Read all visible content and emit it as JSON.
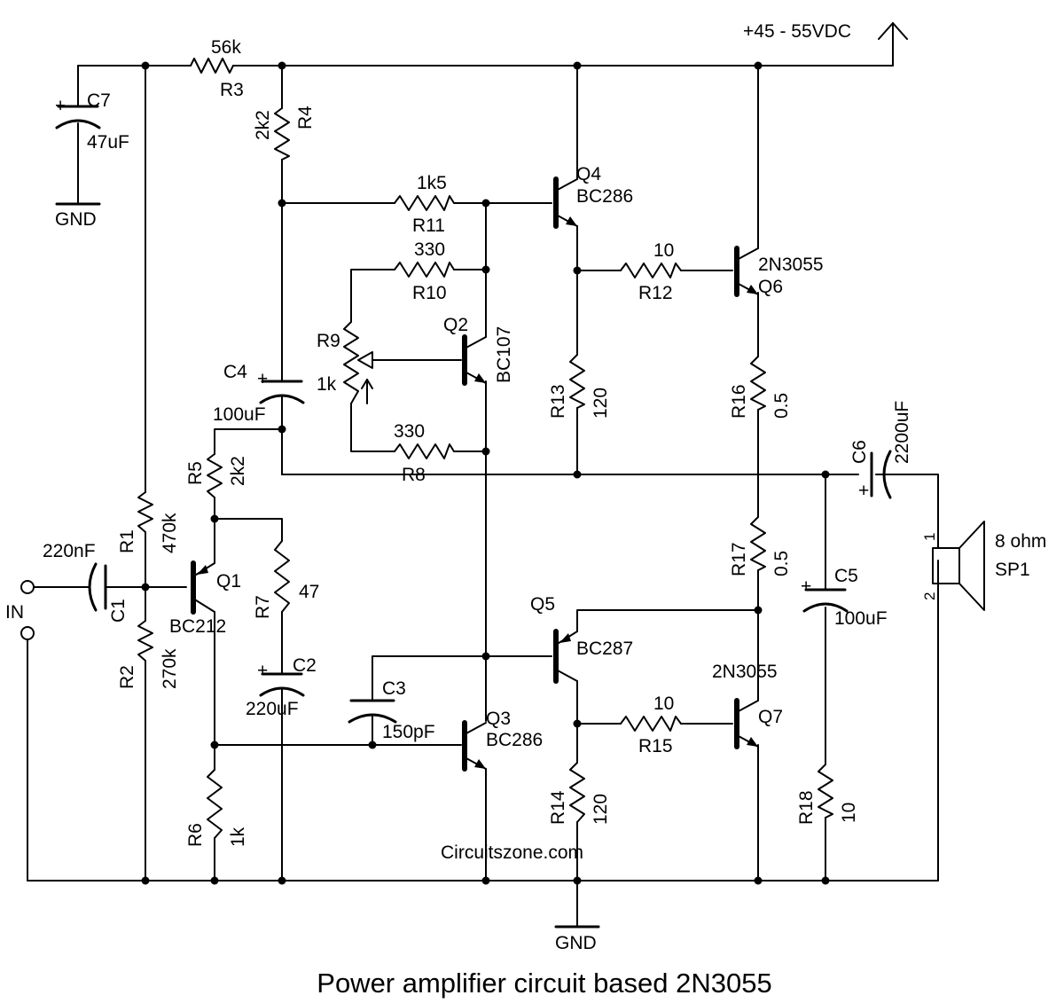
{
  "diagram": {
    "title": "Power amplifier circuit based 2N3055",
    "watermark": "Circuitszone.com",
    "supply_label": "+45 - 55VDC",
    "ground_label": "GND",
    "input_label": "IN",
    "components": {
      "r1": {
        "ref": "R1",
        "value": "470k"
      },
      "r2": {
        "ref": "R2",
        "value": "270k"
      },
      "r3": {
        "ref": "R3",
        "value": "56k"
      },
      "r4": {
        "ref": "R4",
        "value": "2k2"
      },
      "r5": {
        "ref": "R5",
        "value": "2k2"
      },
      "r6": {
        "ref": "R6",
        "value": "1k"
      },
      "r7": {
        "ref": "R7",
        "value": "47"
      },
      "r8": {
        "ref": "R8",
        "value": "330"
      },
      "r9": {
        "ref": "R9",
        "value": "1k"
      },
      "r10": {
        "ref": "R10",
        "value": "330"
      },
      "r11": {
        "ref": "R11",
        "value": "1k5"
      },
      "r12": {
        "ref": "R12",
        "value": "10"
      },
      "r13": {
        "ref": "R13",
        "value": "120"
      },
      "r14": {
        "ref": "R14",
        "value": "120"
      },
      "r15": {
        "ref": "R15",
        "value": "10"
      },
      "r16": {
        "ref": "R16",
        "value": "0.5"
      },
      "r17": {
        "ref": "R17",
        "value": "0.5"
      },
      "r18": {
        "ref": "R18",
        "value": "10"
      },
      "c1": {
        "ref": "C1",
        "value": "220nF"
      },
      "c2": {
        "ref": "C2",
        "value": "220uF"
      },
      "c3": {
        "ref": "C3",
        "value": "150pF"
      },
      "c4": {
        "ref": "C4",
        "value": "100uF"
      },
      "c5": {
        "ref": "C5",
        "value": "100uF"
      },
      "c6": {
        "ref": "C6",
        "value": "2200uF"
      },
      "c7": {
        "ref": "C7",
        "value": "47uF"
      },
      "q1": {
        "ref": "Q1",
        "part": "BC212"
      },
      "q2": {
        "ref": "Q2",
        "part": "BC107"
      },
      "q3": {
        "ref": "Q3",
        "part": "BC286"
      },
      "q4": {
        "ref": "Q4",
        "part": "BC286"
      },
      "q5": {
        "ref": "Q5",
        "part": "BC287"
      },
      "q6": {
        "ref": "Q6",
        "part": "2N3055"
      },
      "q7": {
        "ref": "Q7",
        "part": "2N3055"
      },
      "sp1": {
        "ref": "SP1",
        "value": "8 ohm",
        "pin1": "1",
        "pin2": "2"
      }
    },
    "polarity_mark": "+"
  }
}
